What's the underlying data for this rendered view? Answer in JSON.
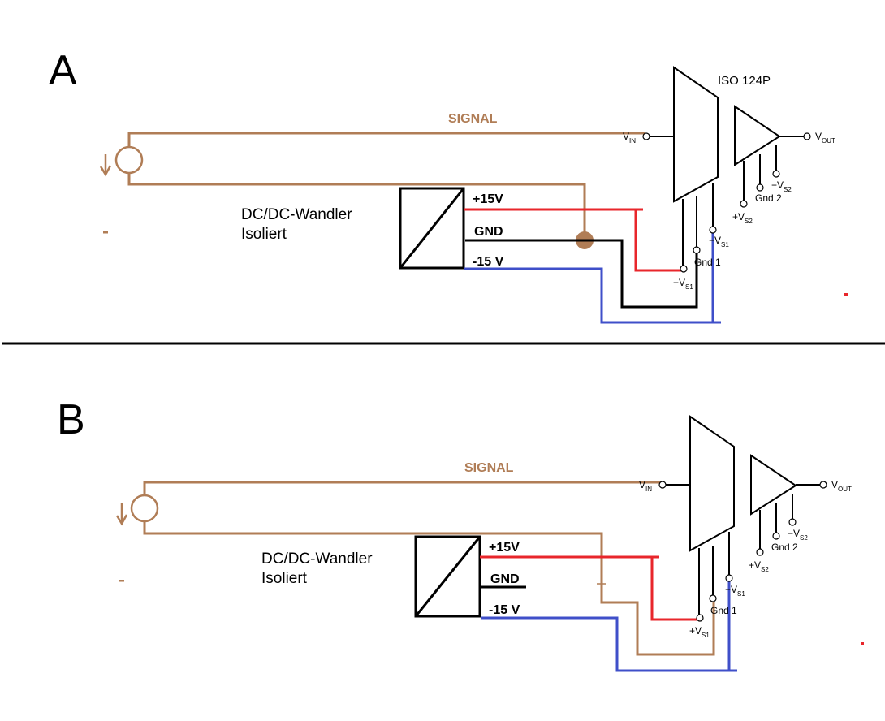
{
  "colors": {
    "signal": "#b07d56",
    "plus15": "#e8262b",
    "minus15": "#3f4fc9",
    "gnd": "#000000"
  },
  "panel_a": {
    "letter": "A",
    "chip_name": "ISO 124P",
    "signal_label": "SIGNAL",
    "dcdc_line1": "DC/DC-Wandler",
    "dcdc_line2": "Isoliert",
    "plus15_label": "+15V",
    "gnd_label": "GND",
    "minus15_label": "-15 V",
    "vin": "V",
    "vin_sub": "IN",
    "vout": "V",
    "vout_sub": "OUT",
    "minus_vs2": "−V",
    "minus_vs2_sub": "S2",
    "gnd2": "Gnd 2",
    "plus_vs2": "+V",
    "plus_vs2_sub": "S2",
    "minus_vs1": "−V",
    "minus_vs1_sub": "S1",
    "gnd1": "Gnd 1",
    "plus_vs1": "+V",
    "plus_vs1_sub": "S1"
  },
  "panel_b": {
    "letter": "B",
    "signal_label": "SIGNAL",
    "dcdc_line1": "DC/DC-Wandler",
    "dcdc_line2": "Isoliert",
    "plus15_label": "+15V",
    "gnd_label": "GND",
    "minus15_label": "-15 V",
    "vin": "V",
    "vin_sub": "IN",
    "vout": "V",
    "vout_sub": "OUT",
    "minus_vs2": "−V",
    "minus_vs2_sub": "S2",
    "gnd2": "Gnd 2",
    "plus_vs2": "+V",
    "plus_vs2_sub": "S2",
    "minus_vs1": "−V",
    "minus_vs1_sub": "S1",
    "gnd1": "Gnd 1",
    "plus_vs1": "+V",
    "plus_vs1_sub": "S1"
  }
}
